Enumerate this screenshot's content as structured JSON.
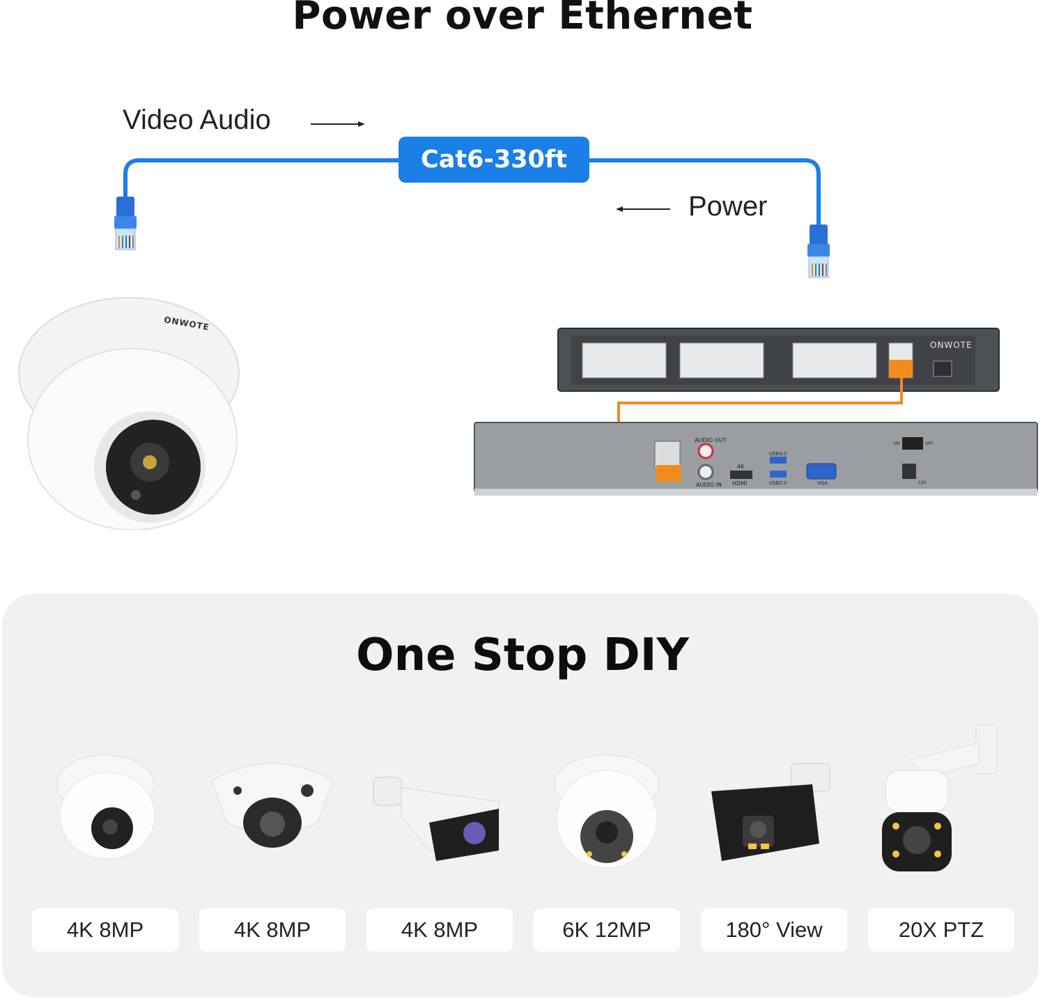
{
  "header": {
    "title": "Power over Ethernet"
  },
  "diagram": {
    "video_audio_label": "Video Audio",
    "power_label": "Power",
    "cable_label": "Cat6-330ft",
    "camera_brand": "ONWOTE",
    "switch_brand": "ONWOTE",
    "nvr_labels": {
      "audio_out": "AUDIO OUT",
      "audio_in": "AUDIO IN",
      "hdmi": "HDMI",
      "resolution": "4K",
      "usb3": "USB3.0",
      "usb2": "USB2.0",
      "vga": "VGA",
      "on": "ON",
      "off": "OFF",
      "voltage": "12V"
    },
    "colors": {
      "cable": "#1a7fe6",
      "poe_link": "#f08c1e",
      "connector": "#2b6fd6"
    }
  },
  "diy": {
    "title": "One Stop DIY",
    "products": [
      {
        "label": "4K 8MP",
        "icon": "turret-camera-icon"
      },
      {
        "label": "4K 8MP",
        "icon": "dome-camera-icon"
      },
      {
        "label": "4K 8MP",
        "icon": "bullet-camera-icon"
      },
      {
        "label": "6K 12MP",
        "icon": "color-turret-camera-icon"
      },
      {
        "label": "180° View",
        "icon": "panoramic-bullet-camera-icon"
      },
      {
        "label": "20X PTZ",
        "icon": "ptz-camera-icon"
      }
    ]
  }
}
